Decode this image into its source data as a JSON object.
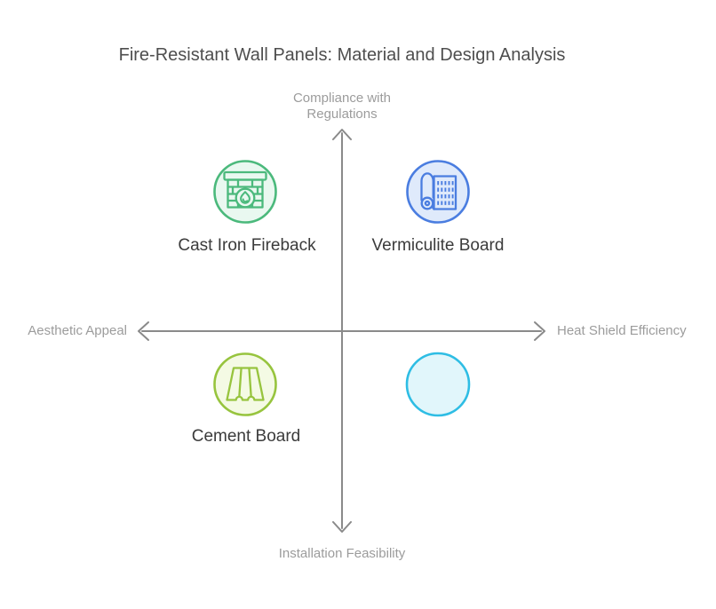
{
  "title": "Fire-Resistant Wall Panels: Material and Design Analysis",
  "axes": {
    "top_label": "Compliance with Regulations",
    "bottom_label": "Installation Feasibility",
    "left_label": "Aesthetic Appeal",
    "right_label": "Heat Shield Efficiency",
    "line_color": "#8a8a8a",
    "label_color": "#9c9c9c"
  },
  "quadrant_items": [
    {
      "label": "Cast Iron Fireback",
      "quadrant": "top-left",
      "icon": "fireplace-icon",
      "stroke_color": "#4bb97c",
      "fill_color": "#e9f8f0"
    },
    {
      "label": "Vermiculite Board",
      "quadrant": "top-right",
      "icon": "rolled-board-icon",
      "stroke_color": "#4a7de0",
      "fill_color": "#dfeafb"
    },
    {
      "label": "Cement Board",
      "quadrant": "bottom-left",
      "icon": "curtain-panels-icon",
      "stroke_color": "#97c43e",
      "fill_color": "#f4fae4"
    },
    {
      "label": "",
      "quadrant": "bottom-right",
      "icon": "empty-circle-icon",
      "stroke_color": "#2ebde4",
      "fill_color": "#e1f6fb"
    }
  ],
  "colors": {
    "title_text": "#4e4e4e",
    "item_label_text": "#3b3b3b"
  }
}
